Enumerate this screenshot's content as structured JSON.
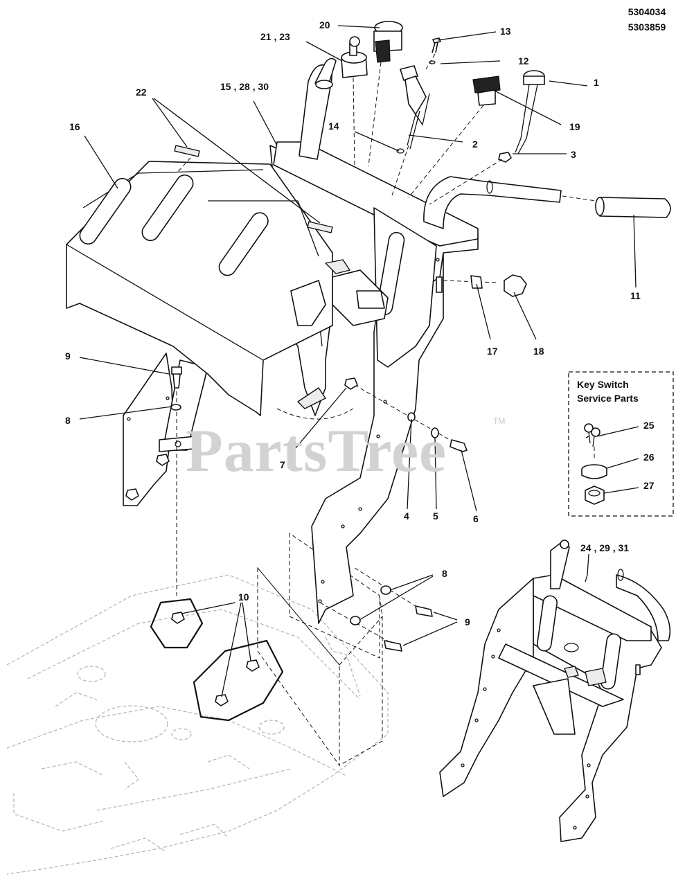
{
  "doc_numbers": [
    "5304034",
    "5303859"
  ],
  "watermark": "PartsTree",
  "watermark_tm": "TM",
  "inset_title_lines": [
    "Key Switch",
    "Service Parts"
  ],
  "callouts": {
    "c1": "1",
    "c2": "2",
    "c3": "3",
    "c4": "4",
    "c5": "5",
    "c6": "6",
    "c7": "7",
    "c8a": "8",
    "c8b": "8",
    "c9a": "9",
    "c9b": "9",
    "c10": "10",
    "c11": "11",
    "c12": "12",
    "c13": "13",
    "c14": "14",
    "c15": "15 , 28 , 30",
    "c16": "16",
    "c17": "17",
    "c18": "18",
    "c19": "19",
    "c20": "20",
    "c21": "21 , 23",
    "c22": "22",
    "c24": "24 , 29 , 31",
    "c25": "25",
    "c26": "26",
    "c27": "27"
  }
}
